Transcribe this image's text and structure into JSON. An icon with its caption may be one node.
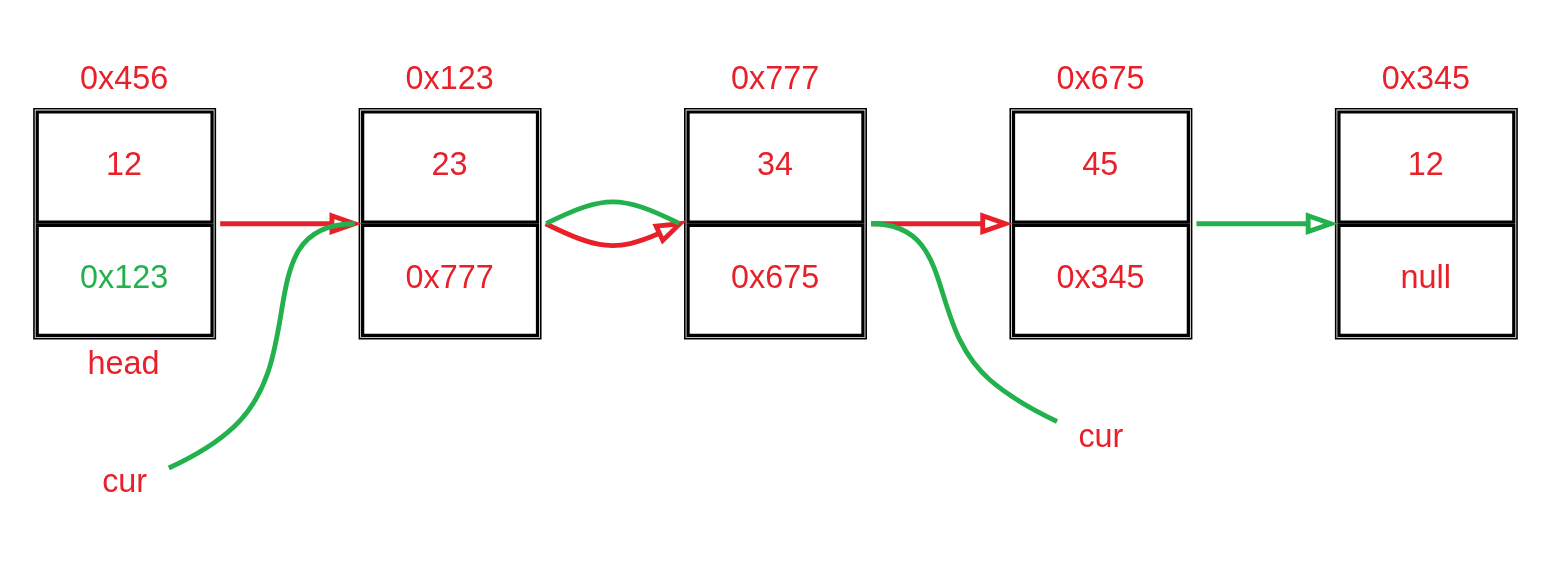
{
  "diagram": {
    "nodes": [
      {
        "text": [
          "12",
          "0x123"
        ],
        "beside": [
          "0x456",
          "head"
        ]
      },
      {
        "text": [
          "23",
          "0x777"
        ],
        "beside": [
          "0x123"
        ]
      },
      {
        "text": [
          "34",
          "0x675"
        ],
        "beside": [
          "0x777"
        ]
      },
      {
        "text": [
          "45",
          "0x345"
        ],
        "beside": [
          "0x675"
        ]
      },
      {
        "text": [
          "12",
          "null"
        ],
        "beside": [
          "0x345"
        ]
      },
      {
        "text": [
          "cur"
        ]
      },
      {
        "text": [
          "cur"
        ]
      }
    ],
    "edges": [
      {
        "from": 0,
        "to": 1,
        "arrow": "to",
        "color": "#e8202a"
      },
      {
        "from": 1,
        "to": 2,
        "arrow": "to",
        "color": "#e8202a"
      },
      {
        "from": 2,
        "to": 3,
        "arrow": "to",
        "color": "#e8202a"
      },
      {
        "from": 3,
        "to": 4,
        "arrow": "to",
        "color": "#22b14c"
      },
      {
        "from": 5,
        "to": 1,
        "arrow": "none",
        "color": "#22b14c"
      },
      {
        "from": 1,
        "to": 2,
        "arrow": "none",
        "color": "#22b14c"
      },
      {
        "from": 2,
        "to": 6,
        "arrow": "none",
        "color": "#22b14c"
      }
    ]
  }
}
